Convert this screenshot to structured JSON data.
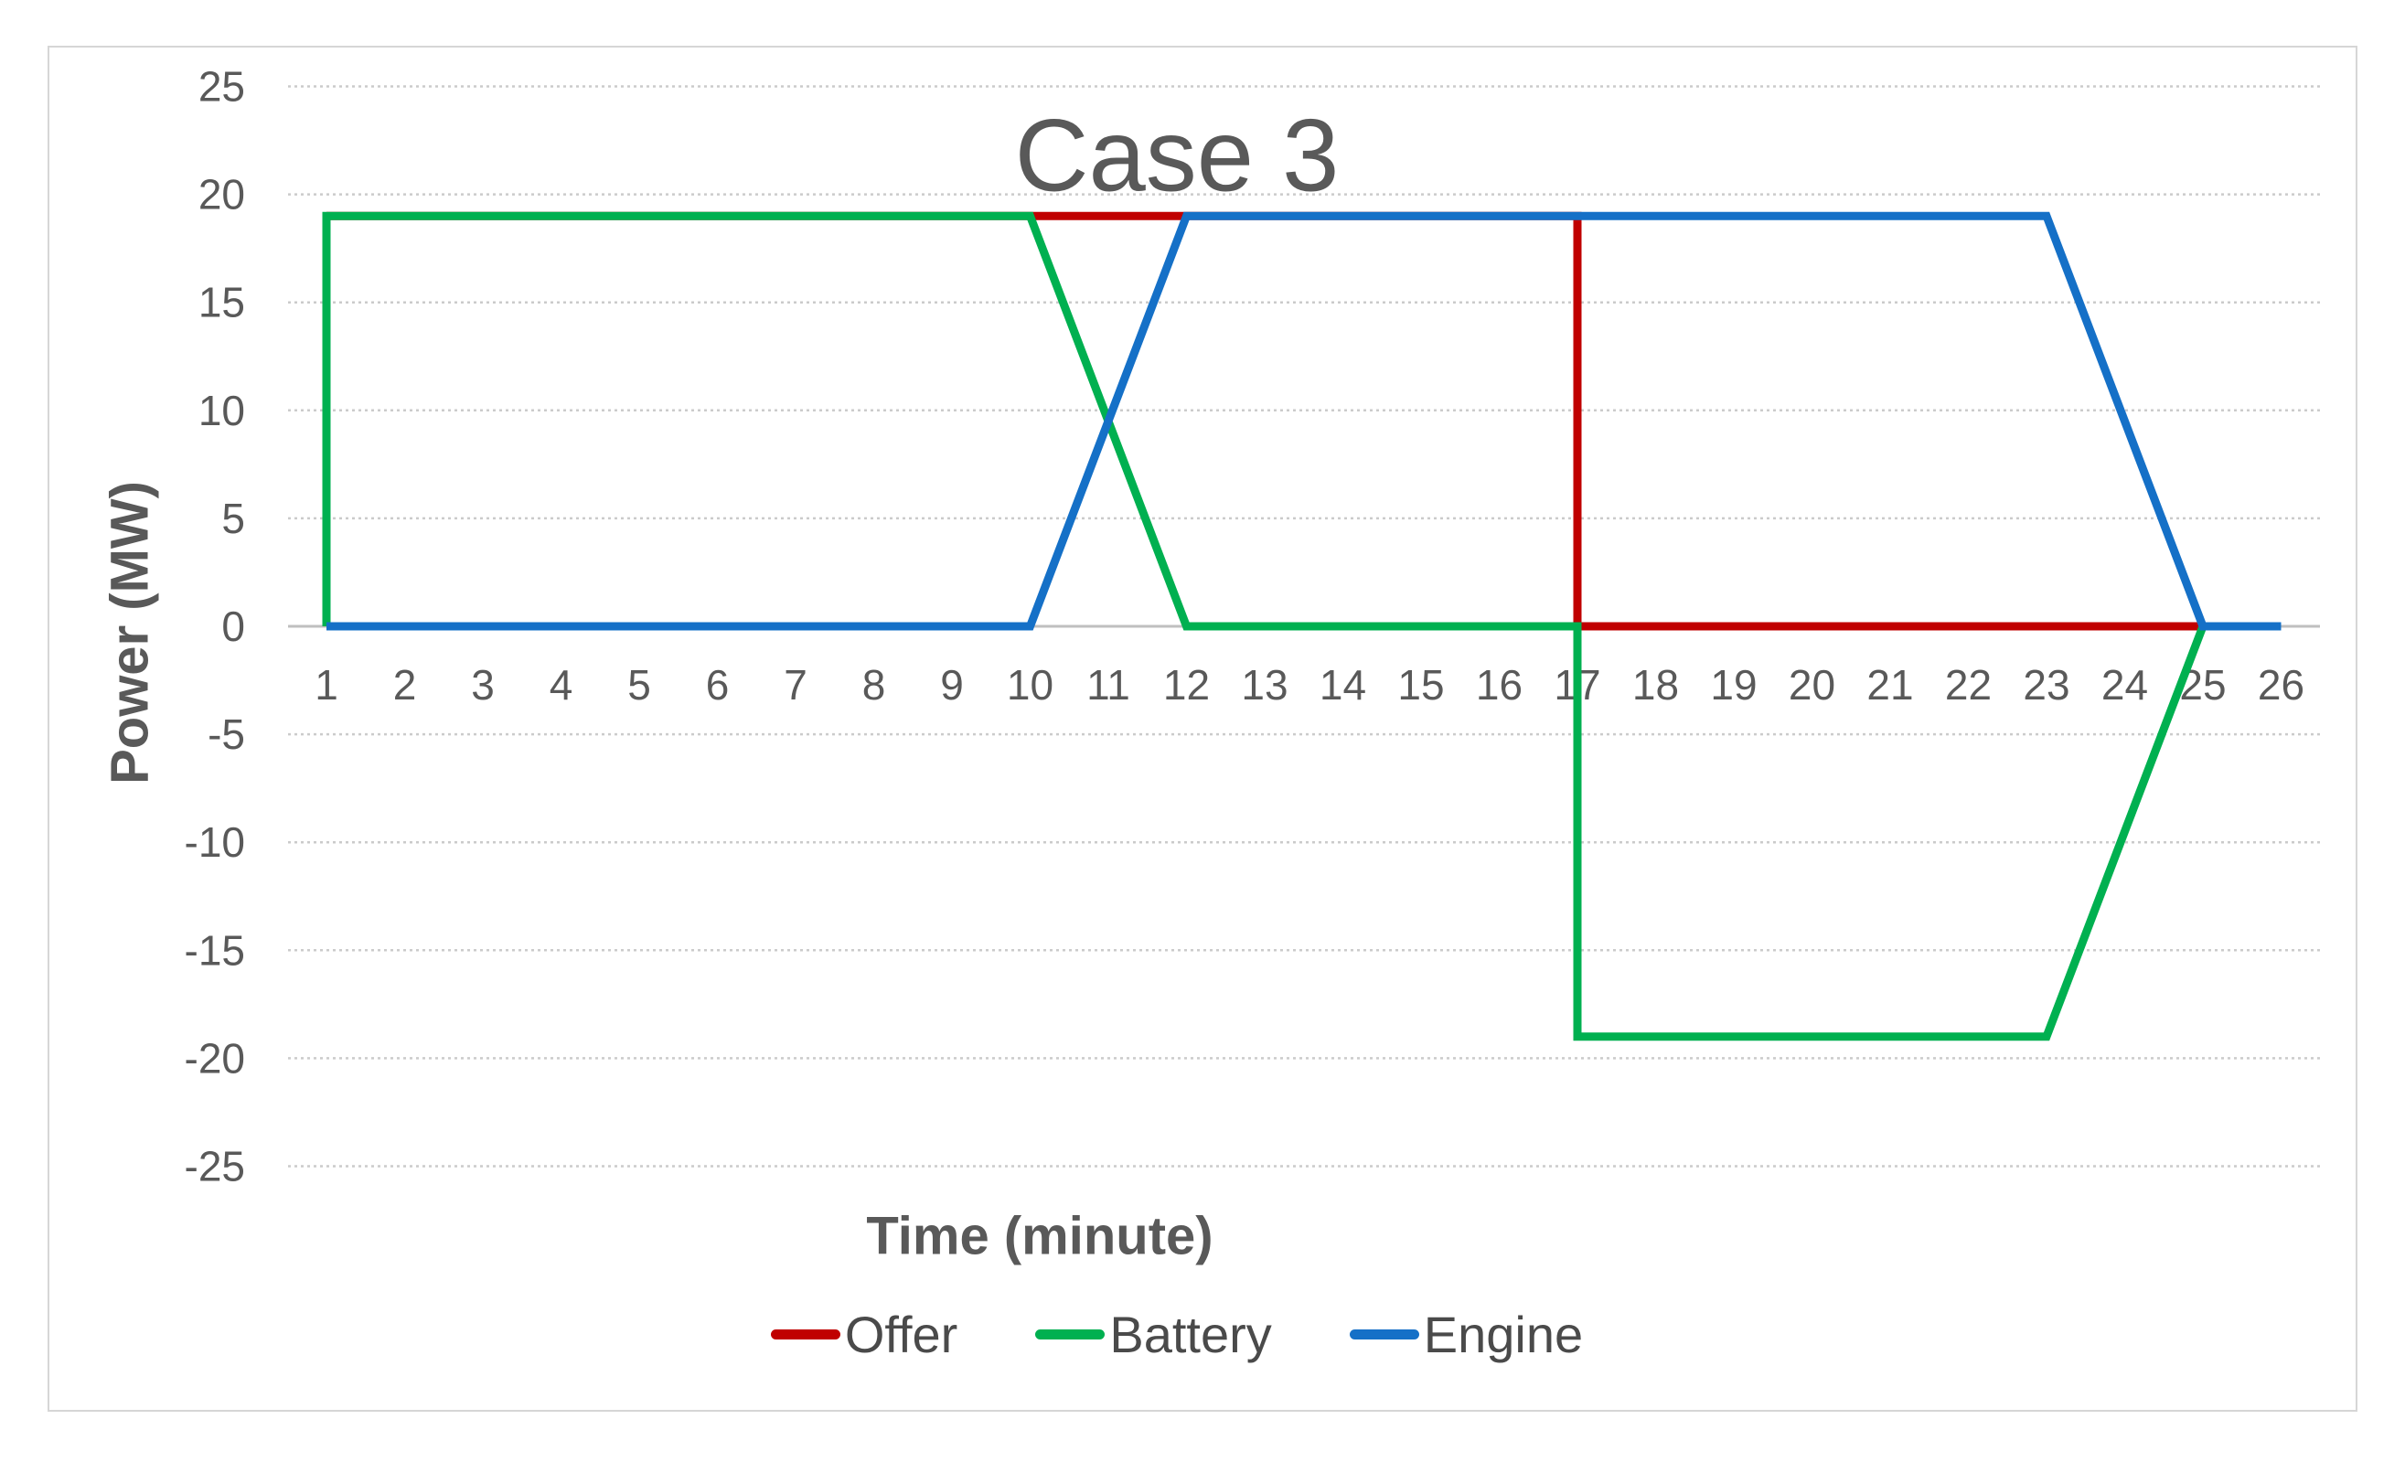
{
  "title": "Case 3",
  "y_axis": {
    "title": "Power (MW)",
    "ticks": [
      25,
      20,
      15,
      10,
      5,
      0,
      -5,
      -10,
      -15,
      -20,
      -25
    ]
  },
  "x_axis": {
    "title": "Time (minute)",
    "ticks": [
      1,
      2,
      3,
      4,
      5,
      6,
      7,
      8,
      9,
      10,
      11,
      12,
      13,
      14,
      15,
      16,
      17,
      18,
      19,
      20,
      21,
      22,
      23,
      24,
      25,
      26
    ]
  },
  "colors": {
    "offer": "#C00000",
    "battery": "#00B050",
    "engine": "#1570C7",
    "grid": "#CBCBCB",
    "zero_axis": "#BFBFBF",
    "text": "#595959"
  },
  "chart_data": {
    "type": "line",
    "title": "Case 3",
    "xlabel": "Time (minute)",
    "ylabel": "Power (MW)",
    "xlim": [
      0.5,
      26.5
    ],
    "ylim": [
      -25,
      25
    ],
    "grid": true,
    "legend_position": "bottom",
    "x_ticks": [
      1,
      2,
      3,
      4,
      5,
      6,
      7,
      8,
      9,
      10,
      11,
      12,
      13,
      14,
      15,
      16,
      17,
      18,
      19,
      20,
      21,
      22,
      23,
      24,
      25,
      26
    ],
    "y_ticks": [
      25,
      20,
      15,
      10,
      5,
      0,
      -5,
      -10,
      -15,
      -20,
      -25
    ],
    "series": [
      {
        "name": "Offer",
        "color": "#C00000",
        "points": [
          [
            1,
            19
          ],
          [
            17,
            19
          ],
          [
            17,
            0
          ],
          [
            25,
            0
          ]
        ]
      },
      {
        "name": "Battery",
        "color": "#00B050",
        "points": [
          [
            1,
            0
          ],
          [
            1,
            19
          ],
          [
            10,
            19
          ],
          [
            12,
            0
          ],
          [
            17,
            0
          ],
          [
            17,
            -19
          ],
          [
            23,
            -19
          ],
          [
            25,
            0
          ]
        ]
      },
      {
        "name": "Engine",
        "color": "#1570C7",
        "points": [
          [
            1,
            0
          ],
          [
            10,
            0
          ],
          [
            12,
            19
          ],
          [
            23,
            19
          ],
          [
            25,
            0
          ],
          [
            26,
            0
          ]
        ]
      }
    ]
  }
}
